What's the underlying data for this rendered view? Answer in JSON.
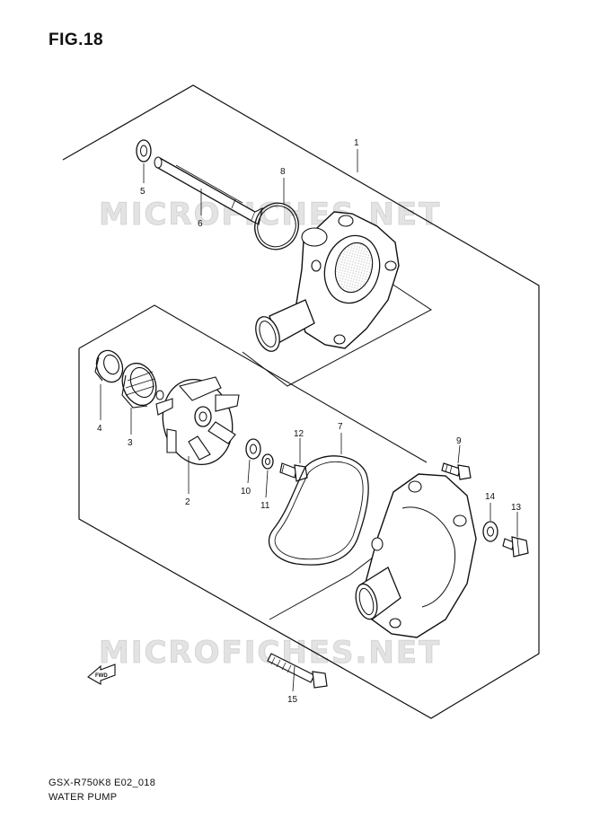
{
  "figure": {
    "title": "FIG.18"
  },
  "footer": {
    "model_code": "GSX-R750K8 E02_018",
    "group_name": "WATER PUMP"
  },
  "watermark": "MICROFICHES.NET",
  "fwd_label": "FWD",
  "callouts": [
    {
      "id": "c1",
      "label": "1"
    },
    {
      "id": "c2",
      "label": "2"
    },
    {
      "id": "c3",
      "label": "3"
    },
    {
      "id": "c4",
      "label": "4"
    },
    {
      "id": "c5",
      "label": "5"
    },
    {
      "id": "c6",
      "label": "6"
    },
    {
      "id": "c7",
      "label": "7"
    },
    {
      "id": "c8",
      "label": "8"
    },
    {
      "id": "c9",
      "label": "9"
    },
    {
      "id": "c10",
      "label": "10"
    },
    {
      "id": "c11",
      "label": "11"
    },
    {
      "id": "c12",
      "label": "12"
    },
    {
      "id": "c13",
      "label": "13"
    },
    {
      "id": "c14",
      "label": "14"
    },
    {
      "id": "c15",
      "label": "15"
    }
  ]
}
